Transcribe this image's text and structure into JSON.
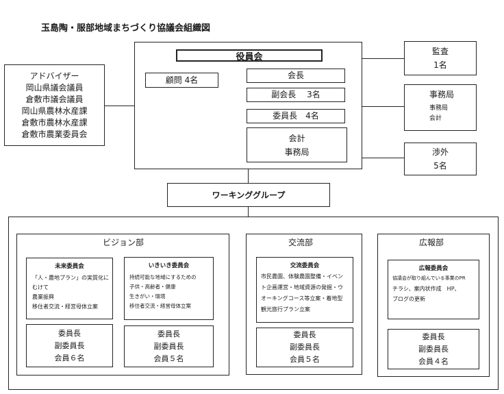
{
  "title": "玉島陶・服部地域まちづくり協議会組織図",
  "advisor": {
    "lines": [
      "アドバイザー",
      "岡山県議会議員",
      "倉敷市議会議員",
      "岡山県農林水産課",
      "倉敷市農林水産課",
      "倉敷市農業委員会"
    ]
  },
  "board": {
    "title": "役員会",
    "advisors": "顧問 4名",
    "chair": "会長",
    "vice_chair": "副会長　 3名",
    "committee_chairs": "委員長　4名",
    "accounting": "会計",
    "secretariat": "事務局"
  },
  "audit": {
    "title": "監査",
    "count": "1名"
  },
  "office": {
    "title": "事務局",
    "items": [
      "事務局",
      "会計"
    ]
  },
  "liaison": {
    "title": "渉外",
    "count": "5名"
  },
  "working_group": "ワーキンググループ",
  "vision": {
    "title": "ビジョン部",
    "mirai": {
      "title": "未来委員会",
      "lines": [
        "「人・農地プラン」の実質化に",
        "むけて",
        "農業振興",
        "移住者交流・経営母体立案"
      ],
      "members": [
        "委員長",
        "副委員長",
        "会員６名"
      ]
    },
    "ikiiki": {
      "title": "いきいき委員会",
      "lines": [
        "持続可能な地域にするための",
        "子供・高齢者・健康",
        "生きがい・環境",
        "移住者交流・経営母体立案"
      ],
      "members": [
        "委員長",
        "副委員長",
        "会員５名"
      ]
    }
  },
  "exchange": {
    "title": "交流部",
    "committee": {
      "title": "交流委員会",
      "lines": [
        "市民農園、体験農園整備・イベン",
        "ト企画運営・地域資源の発掘・ウ",
        "オーキングコース等立案・着地型",
        "観光旅行プラン立案"
      ],
      "members": [
        "委員長",
        "副委員長",
        "会員５名"
      ]
    }
  },
  "pr": {
    "title": "広報部",
    "committee": {
      "title": "広報委員会",
      "lines": [
        "協議会が取り組んでいる事業のPR",
        "チラシ、案内状作成　HP、",
        "ブログの更新"
      ],
      "members": [
        "委員長",
        "副委員長",
        "会員４名"
      ]
    }
  }
}
